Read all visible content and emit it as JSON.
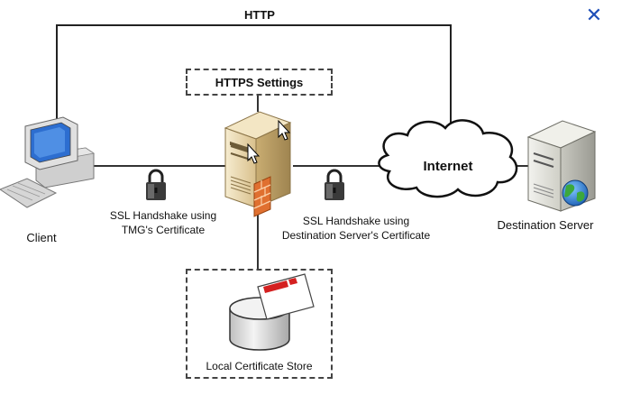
{
  "diagram": {
    "http_label": "HTTP",
    "https_settings_label": "HTTPS Settings",
    "internet_label": "Internet",
    "client_label": "Client",
    "destination_label": "Destination Server",
    "ssl_left_line1": "SSL Handshake using",
    "ssl_left_line2": "TMG's Certificate",
    "ssl_right_line1": "SSL Handshake using",
    "ssl_right_line2": "Destination Server's Certificate",
    "cert_store_label": "Local Certificate Store"
  },
  "close_icon": "close-icon",
  "colors": {
    "line": "#222222",
    "server_body": "#e8d8b0",
    "close": "#1f4fb8",
    "firewall": "#e07030",
    "cert_red": "#d42020"
  }
}
